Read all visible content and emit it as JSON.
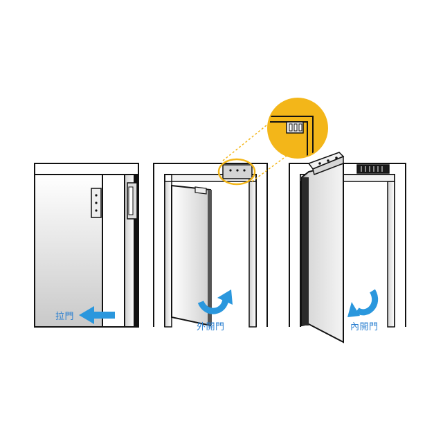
{
  "labels": {
    "sliding": "拉門",
    "outward": "外開門",
    "inward": "內開門"
  },
  "colors": {
    "outline": "#111111",
    "arrow_blue": "#2a97dd",
    "highlight_yellow": "#f3b619",
    "label_blue": "#2a7fd0"
  },
  "icons": {
    "sliding_arrow": "arrow-left-icon",
    "outward_arrow": "curved-arrow-outward-icon",
    "inward_arrow": "curved-arrow-inward-icon",
    "magnifier": "zoom-callout-icon"
  }
}
